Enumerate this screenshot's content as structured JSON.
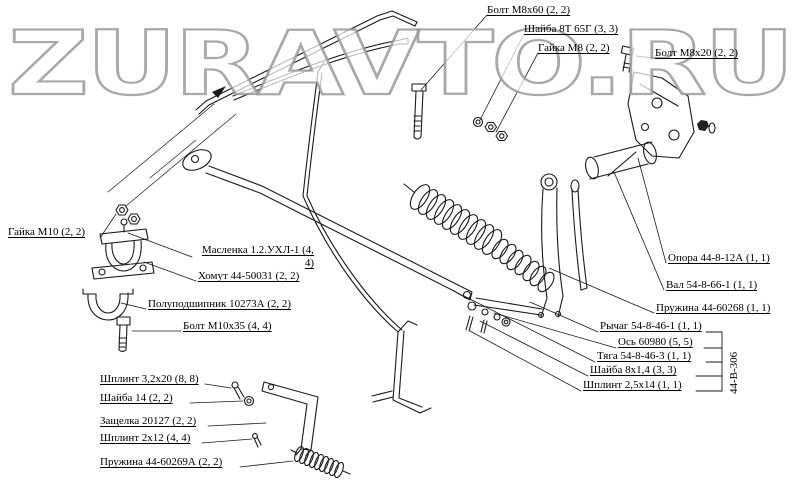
{
  "watermark": "ZURAVTO.RU",
  "drawing_number": "44-В-306",
  "labels": {
    "bolt_m8x60": "Болт М8х60 (2, 2)",
    "shayba_8t_65g": "Шайба 8Т 65Г (3, 3)",
    "gayka_m8": "Гайка М8 (2, 2)",
    "bolt_m8x20": "Болт М8х20 (2, 2)",
    "gayka_m10": "Гайка М10 (2, 2)",
    "maslenka": "Масленка 1.2.УХЛ-1 (4, 4)",
    "khomut": "Хомут 44-50031 (2, 2)",
    "polupodshipnik": "Полуподшипник 10273А (2, 2)",
    "bolt_m10x35": "Болт М10х35 (4, 4)",
    "shplint_3_2x20": "Шплинт 3,2х20 (8, 8)",
    "shayba_14": "Шайба 14 (2, 2)",
    "zashchelka": "Защелка 20127 (2, 2)",
    "shplint_2x12": "Шплинт 2х12 (4, 4)",
    "pruzhina_44_60269a": "Пружина 44-60269А (2, 2)",
    "opora": "Опора 44-8-12А (1, 1)",
    "val": "Вал 54-8-66-1 (1, 1)",
    "pruzhina_44_60268": "Пружина 44-60268 (1, 1)",
    "rychag": "Рычаг 54-8-46-1 (1, 1)",
    "os": "Ось 60980 (5, 5)",
    "tyaga": "Тяга 54-8-46-3 (1, 1)",
    "shayba_8x1_4": "Шайба 8х1,4 (3, 3)",
    "shplint_2_5x14": "Шплинт 2,5х14 (1, 1)"
  },
  "colors": {
    "line": "#1a1a1a",
    "background": "#ffffff",
    "watermark_fill": "#ffffff",
    "watermark_stroke": "#999999"
  }
}
